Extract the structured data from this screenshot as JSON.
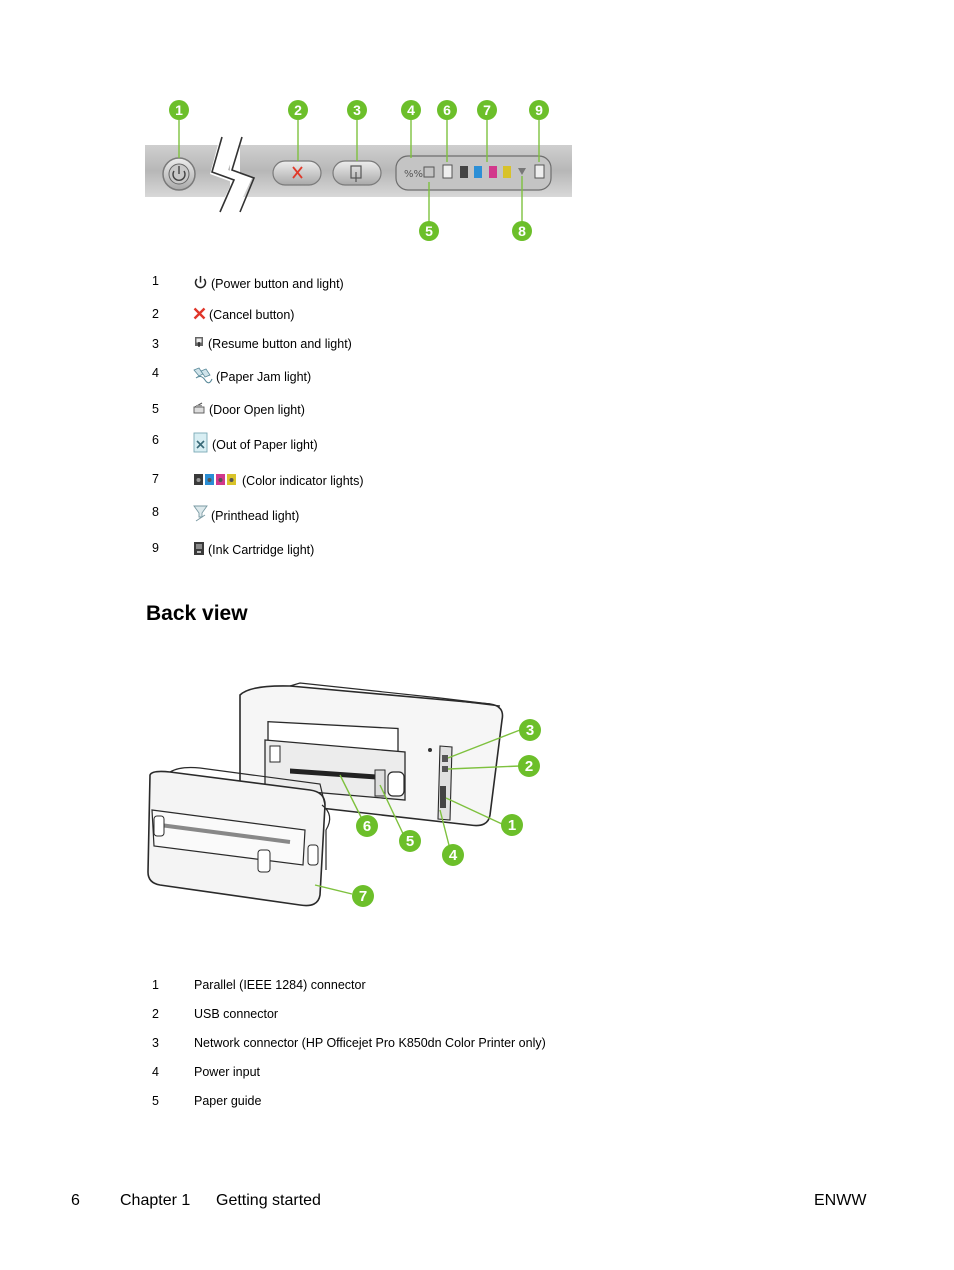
{
  "control_panel": {
    "callouts": [
      "1",
      "2",
      "3",
      "4",
      "6",
      "7",
      "9",
      "5",
      "8"
    ],
    "accent_color": "#6cbf2a"
  },
  "front_items": [
    {
      "num": "1",
      "icon": "power-icon",
      "text": "(Power button and light)"
    },
    {
      "num": "2",
      "icon": "cancel-x-icon",
      "text": "(Cancel button)"
    },
    {
      "num": "3",
      "icon": "resume-icon",
      "text": "(Resume button and light)"
    },
    {
      "num": "4",
      "icon": "paper-jam-icon",
      "text": "(Paper Jam light)"
    },
    {
      "num": "5",
      "icon": "door-open-icon",
      "text": "(Door Open light)"
    },
    {
      "num": "6",
      "icon": "out-of-paper-icon",
      "text": "(Out of Paper light)"
    },
    {
      "num": "7",
      "icon": "color-indicator-icon",
      "text": "(Color indicator lights)"
    },
    {
      "num": "8",
      "icon": "printhead-icon",
      "text": "(Printhead light)"
    },
    {
      "num": "9",
      "icon": "ink-cartridge-icon",
      "text": "(Ink Cartridge light)"
    }
  ],
  "back_view": {
    "heading": "Back view",
    "callouts": [
      "3",
      "2",
      "1",
      "6",
      "5",
      "4",
      "7"
    ]
  },
  "back_items": [
    {
      "num": "1",
      "text": "Parallel (IEEE 1284) connector"
    },
    {
      "num": "2",
      "text": "USB connector"
    },
    {
      "num": "3",
      "text": "Network connector (HP Officejet Pro K850dn Color Printer only)"
    },
    {
      "num": "4",
      "text": "Power input"
    },
    {
      "num": "5",
      "text": "Paper guide"
    }
  ],
  "footer": {
    "page_number": "6",
    "chapter": "Chapter 1",
    "chapter_title": "Getting started",
    "locale": "ENWW"
  }
}
